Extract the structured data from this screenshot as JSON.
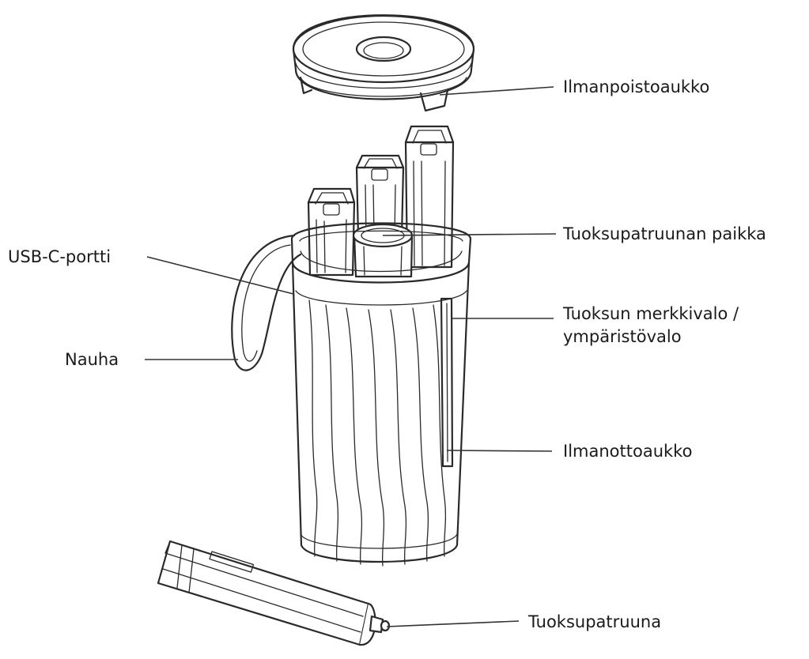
{
  "labels": {
    "exhaust": "Ilmanpoistoaukko",
    "cartridge_slot": "Tuoksupatruunan paikka",
    "usb_port": "USB-C-portti",
    "indicator_line1": "Tuoksun merkkivalo /",
    "indicator_line2": "ympäristövalo",
    "strap": "Nauha",
    "intake": "Ilmanottoaukko",
    "cartridge": "Tuoksupatruuna"
  }
}
